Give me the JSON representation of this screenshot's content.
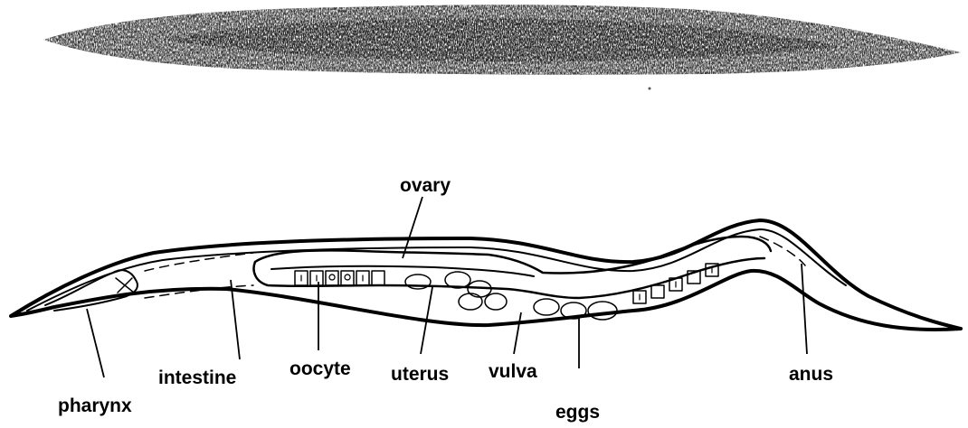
{
  "labels": {
    "ovary": "ovary",
    "pharynx": "pharynx",
    "intestine": "intestine",
    "oocyte": "oocyte",
    "uterus": "uterus",
    "vulva": "vulva",
    "eggs": "eggs",
    "anus": "anus"
  }
}
